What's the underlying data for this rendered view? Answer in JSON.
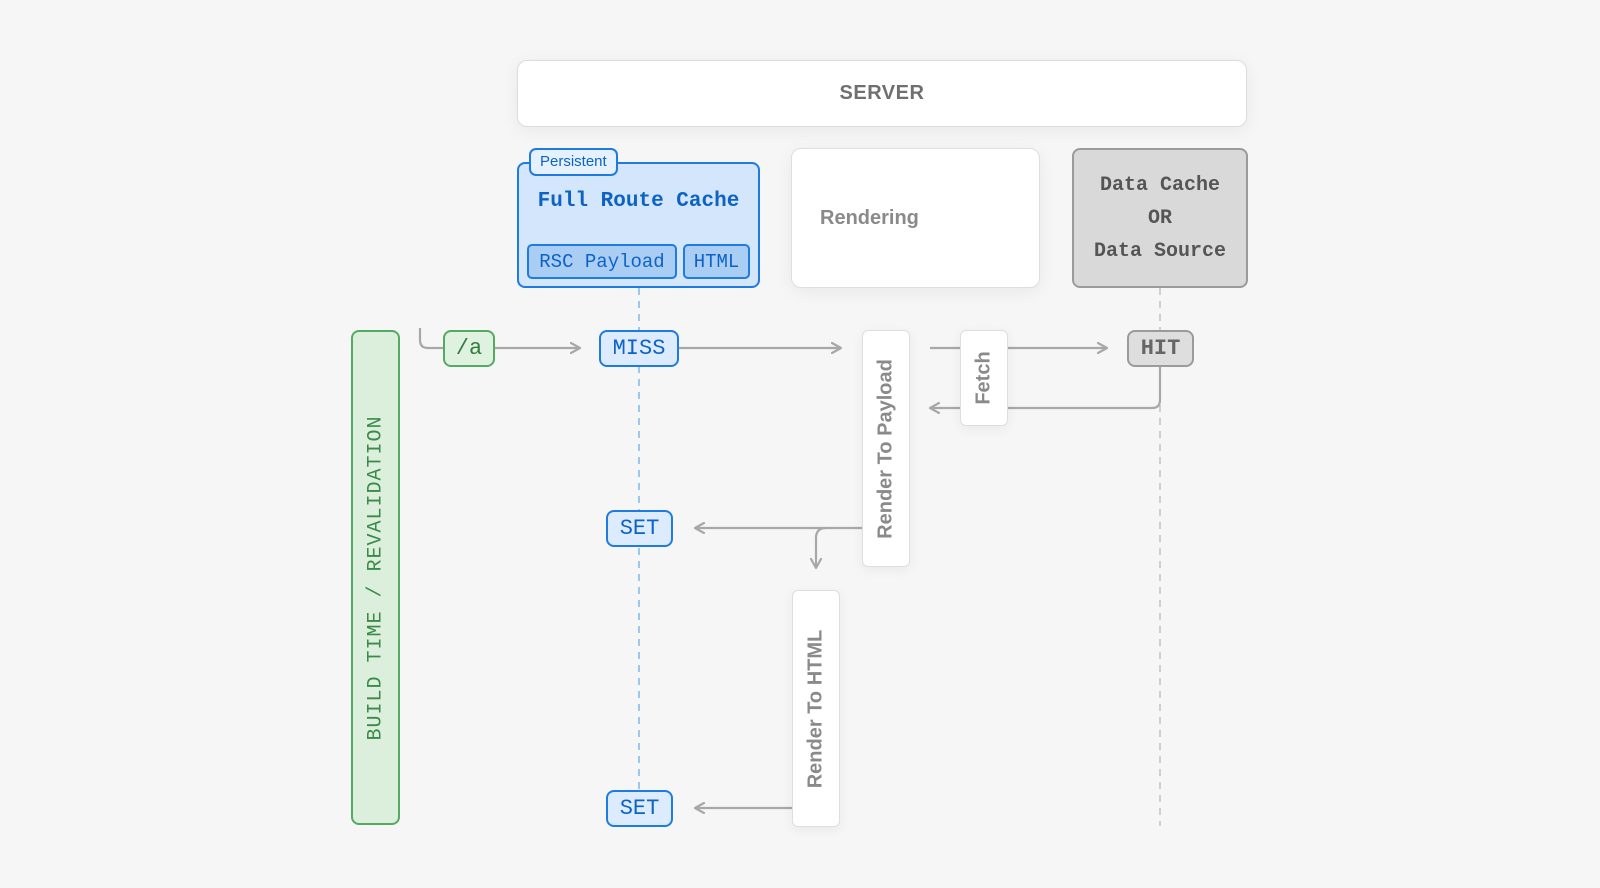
{
  "server": {
    "label": "SERVER"
  },
  "full_route_cache": {
    "badge": "Persistent",
    "title": "Full Route Cache",
    "chips": [
      "RSC Payload",
      "HTML"
    ]
  },
  "rendering": {
    "label": "Rendering"
  },
  "data_cache": {
    "lines": [
      "Data Cache",
      "OR",
      "Data Source"
    ]
  },
  "build_bar": {
    "label": "BUILD TIME / REVALIDATION"
  },
  "route": {
    "label": "/a"
  },
  "states": {
    "miss": "MISS",
    "hit": "HIT",
    "set_payload": "SET",
    "set_html": "SET"
  },
  "steps": {
    "render_payload": "Render To Payload",
    "fetch": "Fetch",
    "render_html": "Render To HTML"
  },
  "colors": {
    "accent_blue": "#1e7be0",
    "accent_green": "#54aa63",
    "neutral_gray": "#9b9b9b",
    "arrow_gray": "#a8a8a8"
  }
}
